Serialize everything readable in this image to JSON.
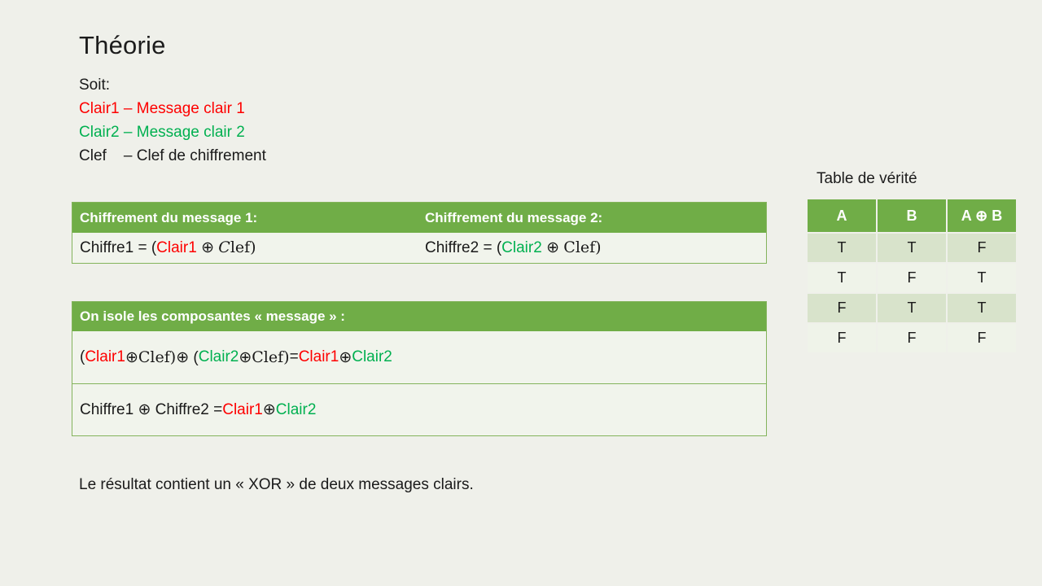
{
  "colors": {
    "text": "#1a1a1a",
    "red": "#fe0000",
    "green": "#00b050",
    "header_green": "#70ad47",
    "border_green": "#84b45c",
    "row_fill": "#f1f4ec",
    "band_dark": "#d8e3cb",
    "band_light": "#eff3e9",
    "background": "#eff0ea"
  },
  "title": "Théorie",
  "intro": {
    "lines": [
      {
        "text": "Soit:",
        "color": "text"
      },
      {
        "text": "Clair1 – Message clair 1",
        "color": "red"
      },
      {
        "text": "Clair2 – Message clair 2",
        "color": "green"
      },
      {
        "text": "Clef    – Clef de chiffrement",
        "color": "text"
      }
    ]
  },
  "cipher_table": {
    "headers": [
      "Chiffrement du message 1:",
      "Chiffrement du message 2:"
    ],
    "formulas": [
      [
        {
          "t": "Chiffre1 = ("
        },
        {
          "t": "Clair1",
          "c": "red"
        },
        {
          "t": " ⊕ "
        },
        {
          "t": "C",
          "serif": true,
          "italic": true
        },
        {
          "t": "lef)",
          "serif": true
        }
      ],
      [
        {
          "t": "Chiffre2 = ("
        },
        {
          "t": "Clair2",
          "c": "green"
        },
        {
          "t": " ⊕ "
        },
        {
          "t": "Clef)",
          "serif": true
        }
      ]
    ]
  },
  "isolation_table": {
    "header": "On isole les composantes « message » :",
    "rows": [
      [
        {
          "t": "("
        },
        {
          "t": "Clair1",
          "c": "red"
        },
        {
          "t": " ⊕ "
        },
        {
          "t": "Clef)",
          "serif": true
        },
        {
          "t": " ⊕ ("
        },
        {
          "t": "Clair2",
          "c": "green"
        },
        {
          "t": " ⊕ "
        },
        {
          "t": "Clef)",
          "serif": true
        },
        {
          "t": " = "
        },
        {
          "t": "Clair1",
          "c": "red"
        },
        {
          "t": " ⊕ "
        },
        {
          "t": "Clair2",
          "c": "green"
        }
      ],
      [
        {
          "t": "Chiffre1 ⊕ Chiffre2 = "
        },
        {
          "t": "Clair1",
          "c": "red"
        },
        {
          "t": " ⊕ "
        },
        {
          "t": "Clair2",
          "c": "green"
        }
      ]
    ]
  },
  "truth_table": {
    "title": "Table de vérité",
    "headers": [
      "A",
      "B",
      "A ⊕ B"
    ],
    "rows": [
      [
        "T",
        "T",
        "F"
      ],
      [
        "T",
        "F",
        "T"
      ],
      [
        "F",
        "T",
        "T"
      ],
      [
        "F",
        "F",
        "F"
      ]
    ]
  },
  "footer": "Le résultat contient un « XOR » de deux messages clairs."
}
